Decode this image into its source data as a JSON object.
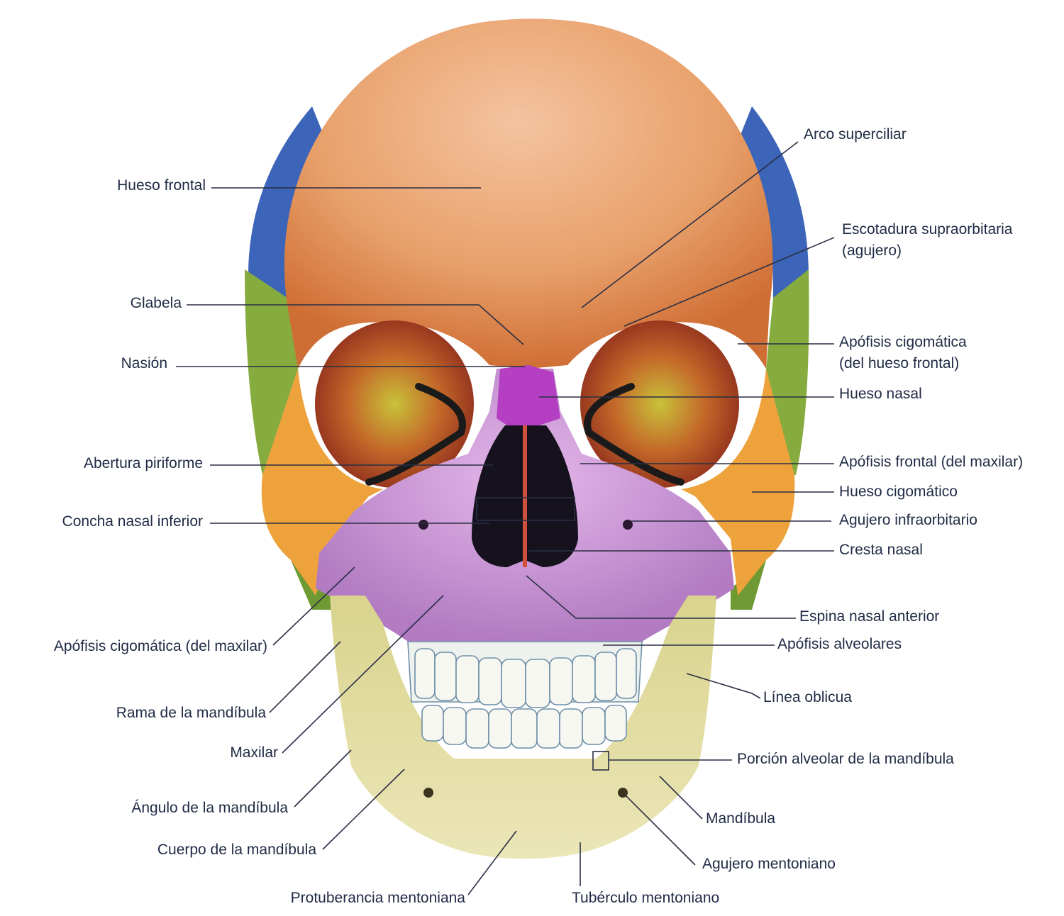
{
  "labels": {
    "hueso_frontal": "Hueso frontal",
    "glabela": "Glabela",
    "nasion": "Nasión",
    "abertura_piriforme": "Abertura piriforme",
    "concha_nasal_inferior": "Concha nasal inferior",
    "apofisis_cigomatica_maxilar": "Apófisis cigomática (del maxilar)",
    "rama_mandibula": "Rama de la mandíbula",
    "maxilar": "Maxilar",
    "angulo_mandibula": "Ángulo de la mandíbula",
    "cuerpo_mandibula": "Cuerpo de la mandíbula",
    "protuberancia_mentoniana": "Protuberancia mentoniana",
    "tuberculo_mentoniano": "Tubérculo mentoniano",
    "agujero_mentoniano": "Agujero mentoniano",
    "mandibula": "Mandíbula",
    "porcion_alveolar": "Porción alveolar de la mandíbula",
    "linea_oblicua": "Línea oblicua",
    "apofisis_alveolares": "Apófisis alveolares",
    "espina_nasal_anterior": "Espina nasal anterior",
    "cresta_nasal": "Cresta nasal",
    "agujero_infraorbitario": "Agujero infraorbitario",
    "hueso_cigomatico": "Hueso cigomático",
    "apofisis_frontal_maxilar": "Apófisis frontal (del maxilar)",
    "hueso_nasal": "Hueso nasal",
    "apofisis_cigomatica_frontal_1": "Apófisis cigomática",
    "apofisis_cigomatica_frontal_2": "(del hueso frontal)",
    "escotadura_1": "Escotadura supraorbitaria",
    "escotadura_2": "(agujero)",
    "arco_superciliar": "Arco superciliar"
  },
  "colors": {
    "frontal": "#e39a63",
    "parietal": "#3c64b8",
    "sphenoid": "#7fa63c",
    "zygomatic": "#eea23c",
    "maxilla": "#c58ad0",
    "nasal": "#b43fc2",
    "mandible": "#dcd69a",
    "teeth": "#f7f7f2",
    "leader": "#2a2f45"
  }
}
